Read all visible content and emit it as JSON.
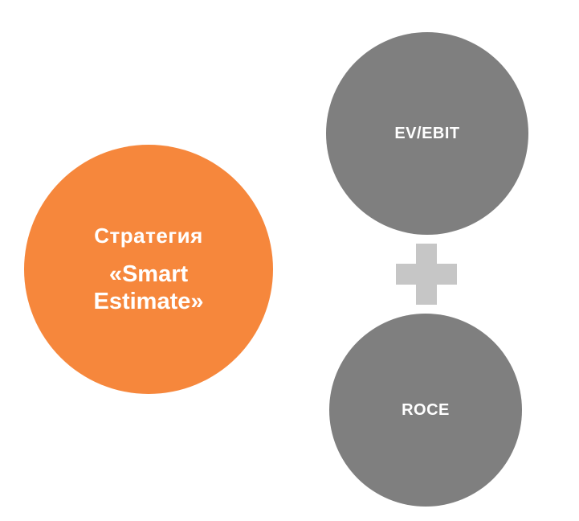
{
  "diagram": {
    "strategy_circle": {
      "title": "Стратегия",
      "subtitle": "«Smart Estimate»"
    },
    "metric_circles": [
      {
        "label": "EV/EBIT"
      },
      {
        "label": "ROCE"
      }
    ],
    "plus_symbol": "+",
    "colors": {
      "orange": "#F6873C",
      "gray": "#7F7F7F",
      "plus_gray": "#C6C6C6",
      "text": "#FFFFFF",
      "background": "#FFFFFF"
    }
  }
}
